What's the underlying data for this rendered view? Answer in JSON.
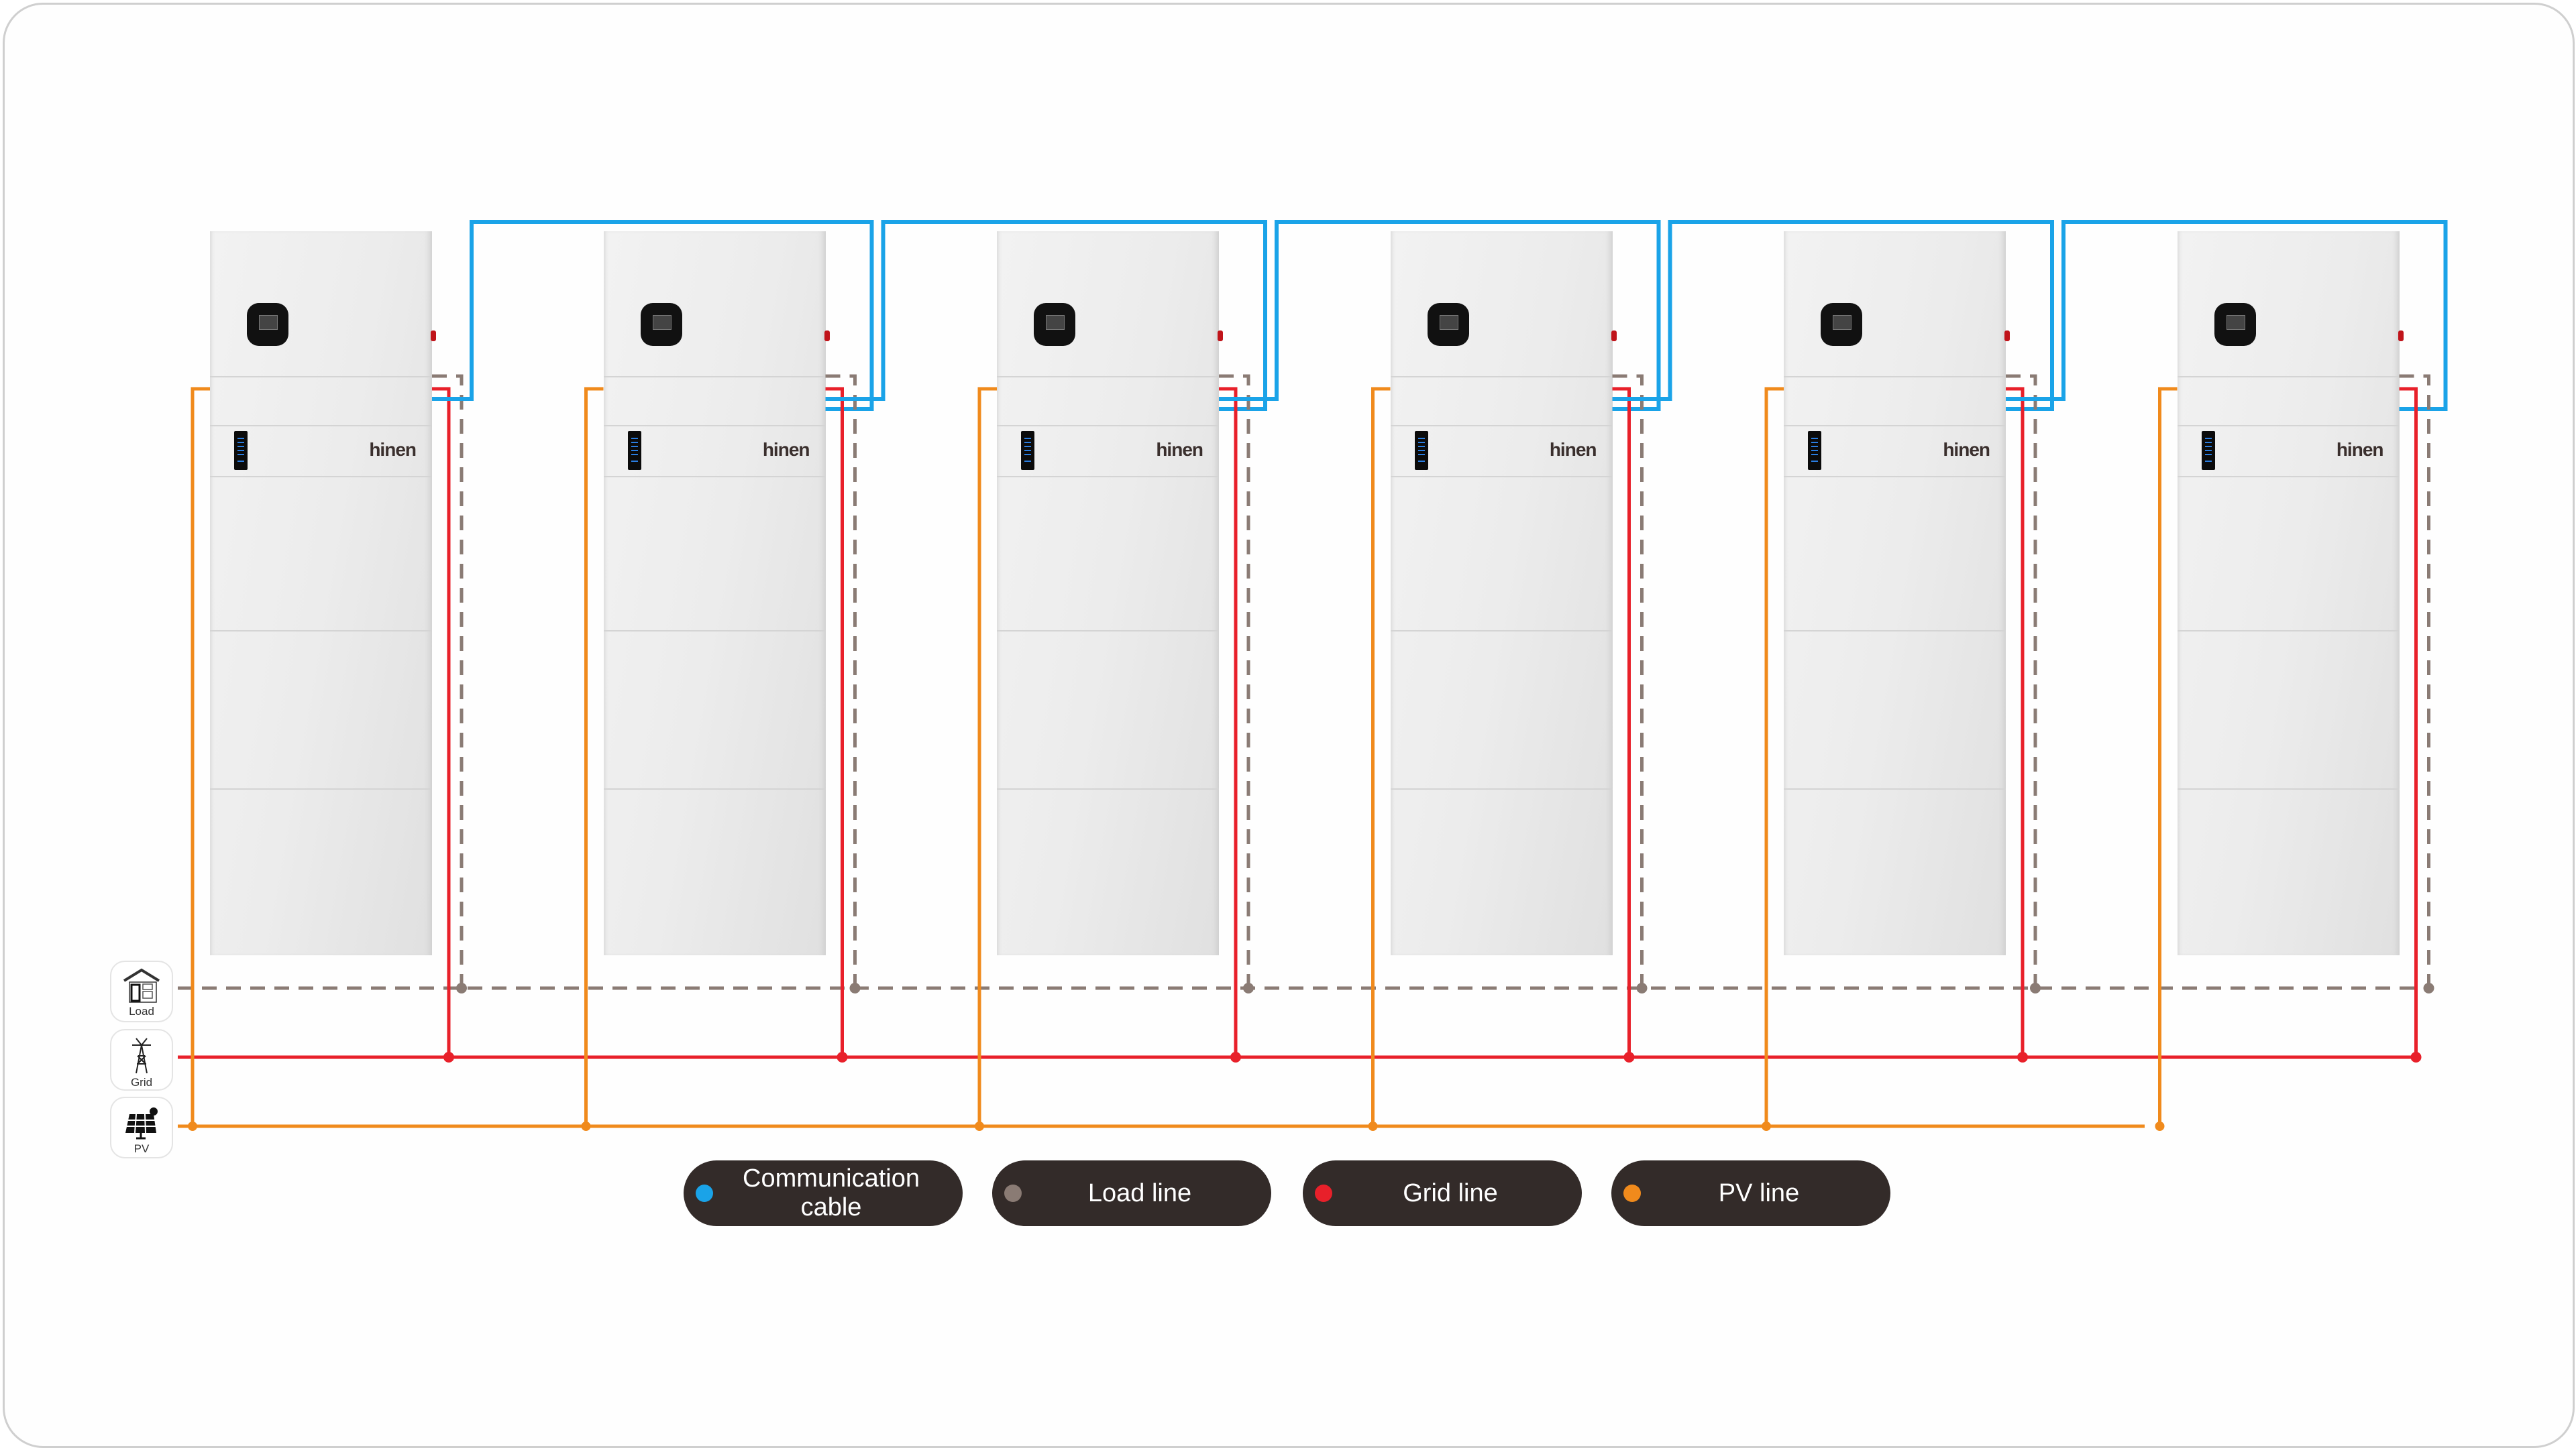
{
  "units": {
    "count": 6,
    "brand": "hinen"
  },
  "sources": [
    {
      "id": "load",
      "label": "Load"
    },
    {
      "id": "grid",
      "label": "Grid"
    },
    {
      "id": "pv",
      "label": "PV"
    }
  ],
  "legend": [
    {
      "label": "Communication cable",
      "color": "#1aa3e8"
    },
    {
      "label": "Load line",
      "color": "#8a7b74"
    },
    {
      "label": "Grid line",
      "color": "#e8202a"
    },
    {
      "label": "PV line",
      "color": "#f08a1c"
    }
  ]
}
